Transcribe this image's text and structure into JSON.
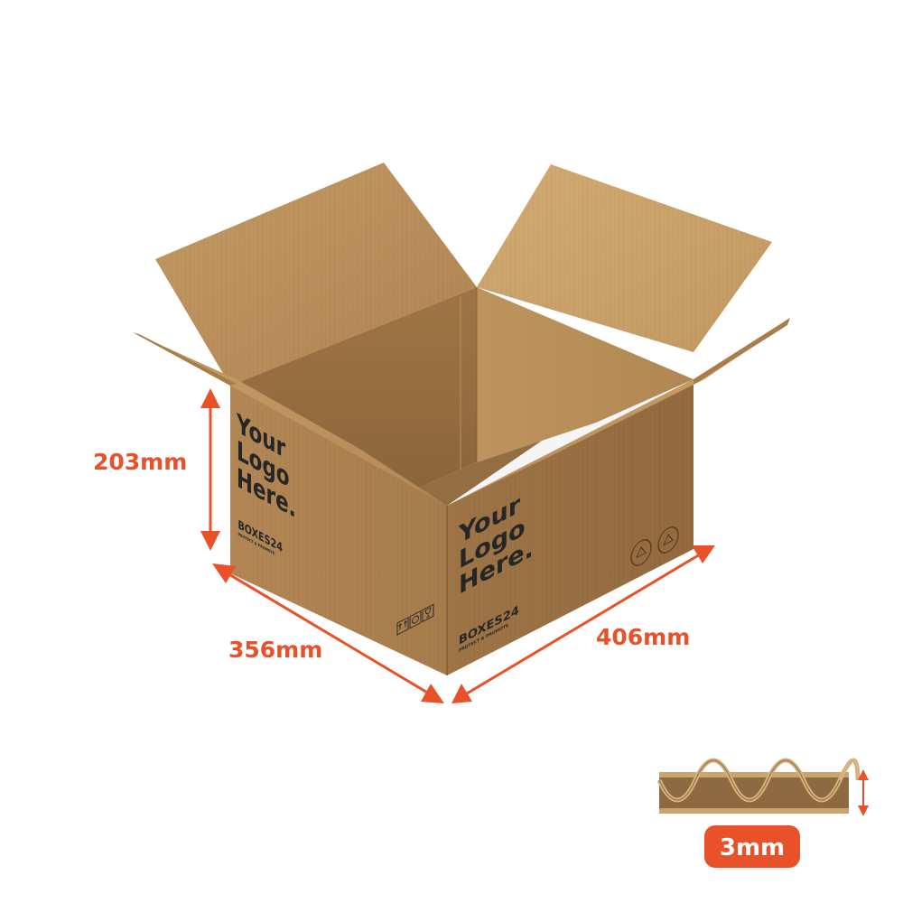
{
  "dimensions": {
    "height": "203mm",
    "depth": "356mm",
    "width": "406mm"
  },
  "flute": {
    "thickness": "3mm"
  },
  "print": {
    "logo_line1": "Your",
    "logo_line2": "Logo",
    "logo_line3": "Here.",
    "brand": "BOXES24",
    "brand_tagline": "PROTECT & PROMOTE"
  },
  "colors": {
    "accent": "#e8512a",
    "cardboard_light": "#c9a06a",
    "cardboard_mid": "#b98c55",
    "cardboard_dark": "#8a6438",
    "ink": "#262626"
  },
  "icons": {
    "arrow": "double-headed-arrow",
    "recycle": "recycle-icon",
    "fragile": "fragile-icon",
    "this_way_up": "this-way-up-icon"
  }
}
